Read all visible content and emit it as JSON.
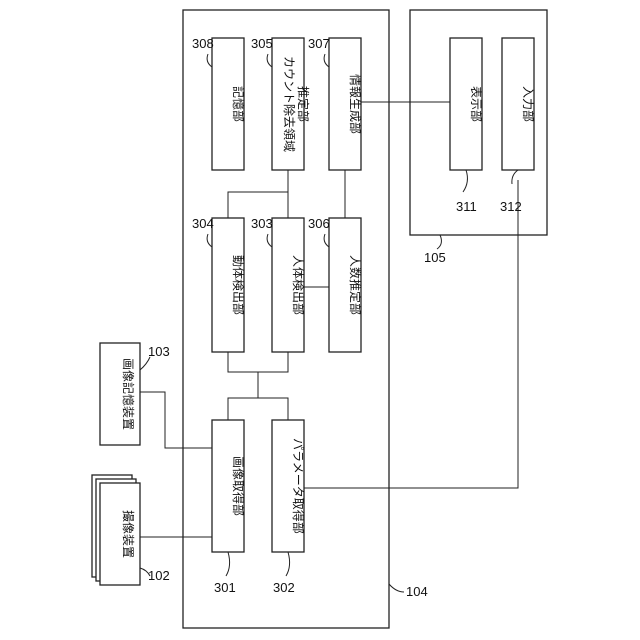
{
  "device_104": {
    "ref": "104"
  },
  "device_105": {
    "ref": "105"
  },
  "blocks": {
    "storage": {
      "ref": "308",
      "label": "記憶部"
    },
    "count_excl": {
      "ref": "305",
      "label1": "カウント除去領域",
      "label2": "推定部"
    },
    "info_gen": {
      "ref": "307",
      "label": "情報生成部"
    },
    "motion": {
      "ref": "304",
      "label": "動体検出部"
    },
    "human": {
      "ref": "303",
      "label": "人体検出部"
    },
    "people_count": {
      "ref": "306",
      "label": "人数推定部"
    },
    "image_acq": {
      "ref": "301",
      "label": "画像取得部"
    },
    "param_acq": {
      "ref": "302",
      "label": "パラメータ取得部"
    },
    "display": {
      "ref": "311",
      "label": "表示部"
    },
    "input": {
      "ref": "312",
      "label": "入力部"
    },
    "image_storage_device": {
      "ref": "103",
      "label": "画像記憶装置"
    },
    "imaging_device": {
      "ref": "102",
      "label": "撮像装置"
    }
  }
}
